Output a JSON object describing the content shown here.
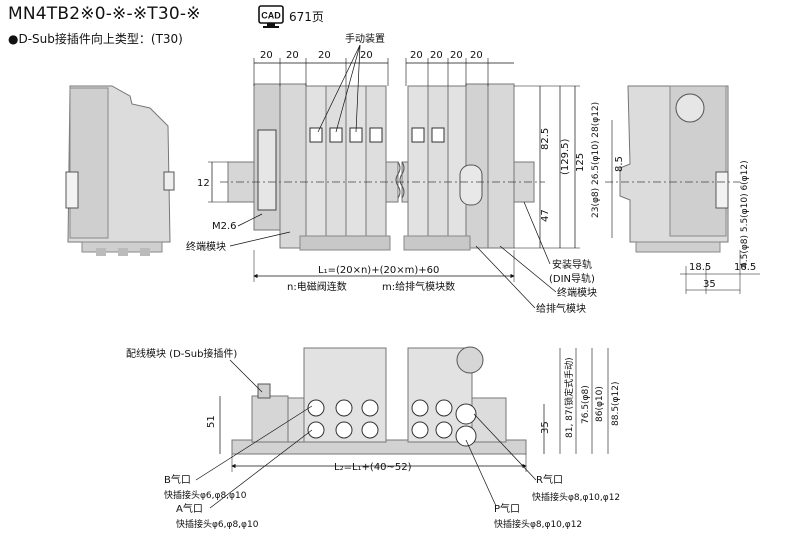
{
  "header": {
    "model": "MN4TB2※0-※-※T30-※",
    "cad_badge": "CAD",
    "page_ref": "671页",
    "subtitle": "●D-Sub接插件向上类型：(T30)"
  },
  "top_view": {
    "pitch_left": [
      "20",
      "20",
      "20",
      "20"
    ],
    "pitch_right": [
      "20",
      "20",
      "20",
      "20"
    ],
    "manual_device": "手动装置",
    "dim_12": "12",
    "m26": "M2.6",
    "end_block_left": "终端模块",
    "dim_82_5": "82.5",
    "dim_129_5": "(129.5)",
    "dim_125": "125",
    "dim_47": "47",
    "l1_formula": "L₁=(20×n)+(20×m)+60",
    "n_desc": "n:电磁阀连数",
    "m_desc": "m:给排气模块数",
    "rail": "安装导轨",
    "din_rail": "(DIN导轨)",
    "end_block_right": "终端模块",
    "supply_block": "给排气模块"
  },
  "side_view": {
    "left_dims": "23(φ8) 26.5(φ10) 28(φ12)",
    "dim_8_5": "8.5",
    "right_dims": "4.5(φ8) 5.5(φ10) 6(φ12)",
    "dim_18_5": "18.5",
    "dim_16_5": "16.5",
    "dim_35": "35"
  },
  "front_view": {
    "wiring_block": "配线模块 (D-Sub接插件)",
    "dim_51": "51",
    "l2_formula": "L₂=L₁+(40~52)",
    "dim_35": "35",
    "dim_81_87": "81, 87(锁定式手动)",
    "dim_76_5": "76.5(φ8)",
    "dim_86": "86(φ10)",
    "dim_88_5": "88.5(φ12)",
    "b_port": "B气口",
    "b_fitting": "快插接头φ6,φ8,φ10",
    "a_port": "A气口",
    "a_fitting": "快插接头φ6,φ8,φ10",
    "p_port": "P气口",
    "p_fitting": "快插接头φ8,φ10,φ12",
    "r_port": "R气口",
    "r_fitting": "快插接头φ8,φ10,φ12"
  }
}
